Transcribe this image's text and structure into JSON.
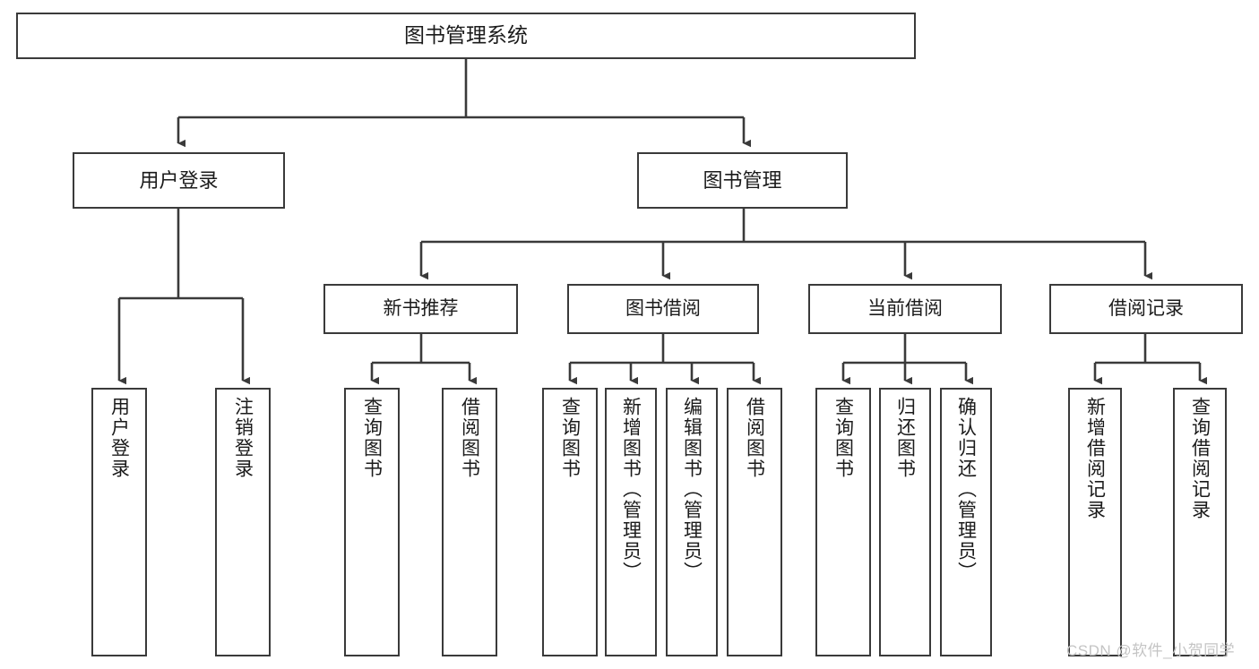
{
  "diagram": {
    "title": "图书管理系统",
    "type": "tree",
    "root": {
      "label": "图书管理系统"
    },
    "level1": [
      {
        "label": "用户登录"
      },
      {
        "label": "图书管理"
      }
    ],
    "level2": [
      {
        "label": "新书推荐"
      },
      {
        "label": "图书借阅"
      },
      {
        "label": "当前借阅"
      },
      {
        "label": "借阅记录"
      }
    ],
    "leaves": {
      "user_login": [
        {
          "label": "用户登录"
        },
        {
          "label": "注销登录"
        }
      ],
      "new_book_recommend": [
        {
          "label": "查询图书"
        },
        {
          "label": "借阅图书"
        }
      ],
      "book_borrow": [
        {
          "label": "查询图书"
        },
        {
          "label": "新增图书（管理员）"
        },
        {
          "label": "编辑图书（管理员）"
        },
        {
          "label": "借阅图书"
        }
      ],
      "current_borrow": [
        {
          "label": "查询图书"
        },
        {
          "label": "归还图书"
        },
        {
          "label": "确认归还（管理员）"
        }
      ],
      "borrow_record": [
        {
          "label": "新增借阅记录"
        },
        {
          "label": "查询借阅记录"
        }
      ]
    }
  },
  "watermark": {
    "text": "CSDN @软件_小贺同学"
  },
  "colors": {
    "stroke": "#3a3a3a",
    "background": "#ffffff",
    "text": "#1b1b1b",
    "watermark": "#c4c4c4"
  }
}
